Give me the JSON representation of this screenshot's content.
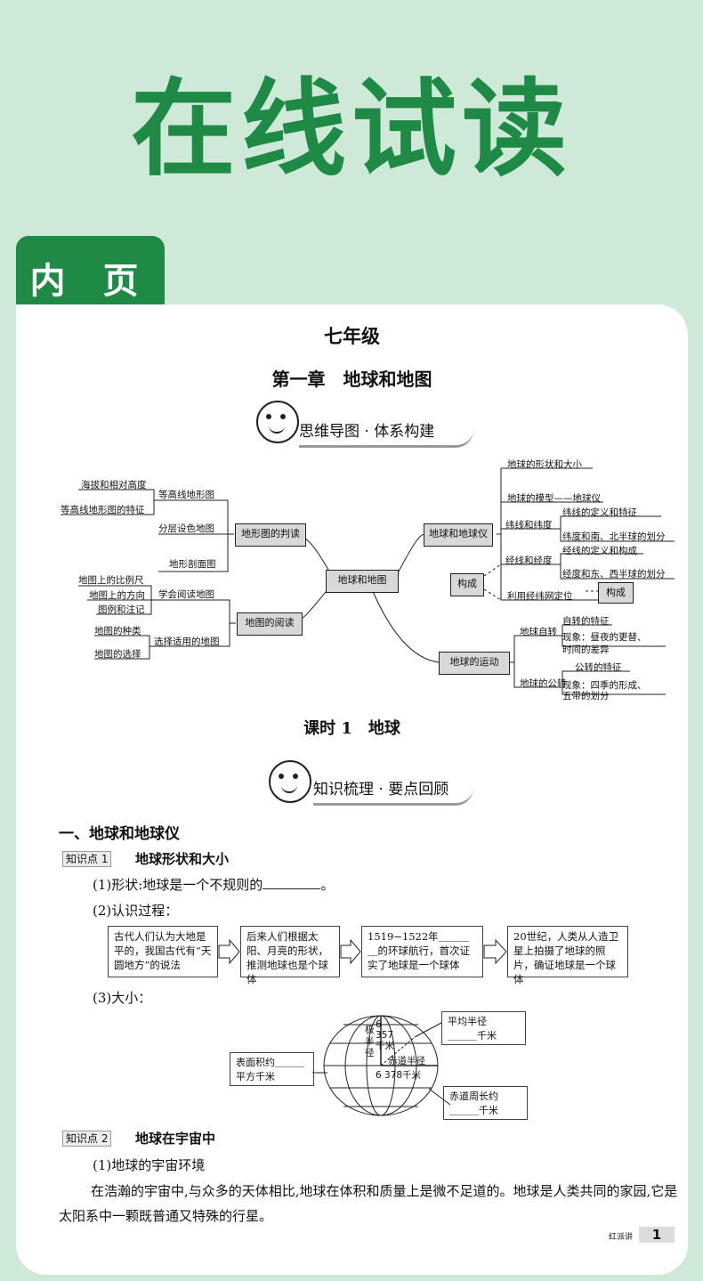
{
  "hero_title": "在线试读",
  "tab_label": "内 页",
  "grade": "七年级",
  "chapter": "第一章　地球和地图",
  "banner1": "思维导图 · 体系构建",
  "mindmap": {
    "center": "地球和地图",
    "l1": "地形图的判读",
    "l1_items": [
      "等高线地形图",
      "分层设色地图",
      "地形剖面图"
    ],
    "l1_sub": [
      "海拔和相对高度",
      "等高线地形图的特征"
    ],
    "l2": "地图的阅读",
    "l2_items": [
      "学会阅读地图",
      "选择适用的地图"
    ],
    "l2_sub1": [
      "地图上的比例尺",
      "地图上的方向",
      "图例和注记"
    ],
    "l2_sub2": [
      "地图的种类",
      "地图的选择"
    ],
    "r1": "地球和地球仪",
    "r1_items": [
      "地球的形状和大小",
      "地球的模型——地球仪",
      "纬线和纬度",
      "经线和经度",
      "利用经纬网定位"
    ],
    "r1_lat": [
      "纬线的定义和特征",
      "纬度和南、北半球的划分"
    ],
    "r1_lon": [
      "经线的定义和构成",
      "经度和东、西半球的划分"
    ],
    "gouc1": "构成",
    "gouc2": "构成",
    "r2": "地球的运动",
    "r2_items": [
      "地球自转",
      "地球的公转"
    ],
    "r2_rot": [
      "自转的特征",
      "现象：昼夜的更替、",
      "时间的差异"
    ],
    "r2_rev": [
      "公转的特征",
      "现象：四季的形成、",
      "五带的划分"
    ]
  },
  "lesson": "课时 1　地球",
  "banner2": "知识梳理 · 要点回顾",
  "section1": "一、地球和地球仪",
  "kp1_tag": "知识点 1",
  "kp1_title": "地球形状和大小",
  "kp1_shape": "(1)形状:地球是一个不规则的",
  "kp1_shape_end": "。",
  "kp1_process": "(2)认识过程：",
  "flow": [
    "古代人们认为大地是平的，我国古代有“天圆地方”的说法",
    "后来人们根据太阳、月亮的形状，推测地球也是个球体",
    "1519−1522年＿＿＿＿的环球航行，首次证实了地球是一个球体",
    "20世纪，人类从人造卫星上拍摄了地球的照片，确证地球是一个球体"
  ],
  "kp1_size": "(3)大小：",
  "globe": {
    "polar": "极半径",
    "polar_val": "6 357千米",
    "eq": "赤道半径",
    "eq_val": "6 378千米",
    "surface1": "表面积约",
    "surface2": "平方千米",
    "mean1": "平均半径",
    "mean2": "千米",
    "circ1": "赤道周长约",
    "circ2": "千米"
  },
  "kp2_tag": "知识点 2",
  "kp2_title": "地球在宇宙中",
  "kp2_sub": "(1)地球的宇宙环境",
  "kp2_para": "在浩瀚的宇宙中,与众多的天体相比,地球在体积和质量上是微不足道的。地球是人类共同的家园,它是太阳系中一颗既普通又特殊的行星。",
  "footer": "红派讲",
  "page_num": "1"
}
